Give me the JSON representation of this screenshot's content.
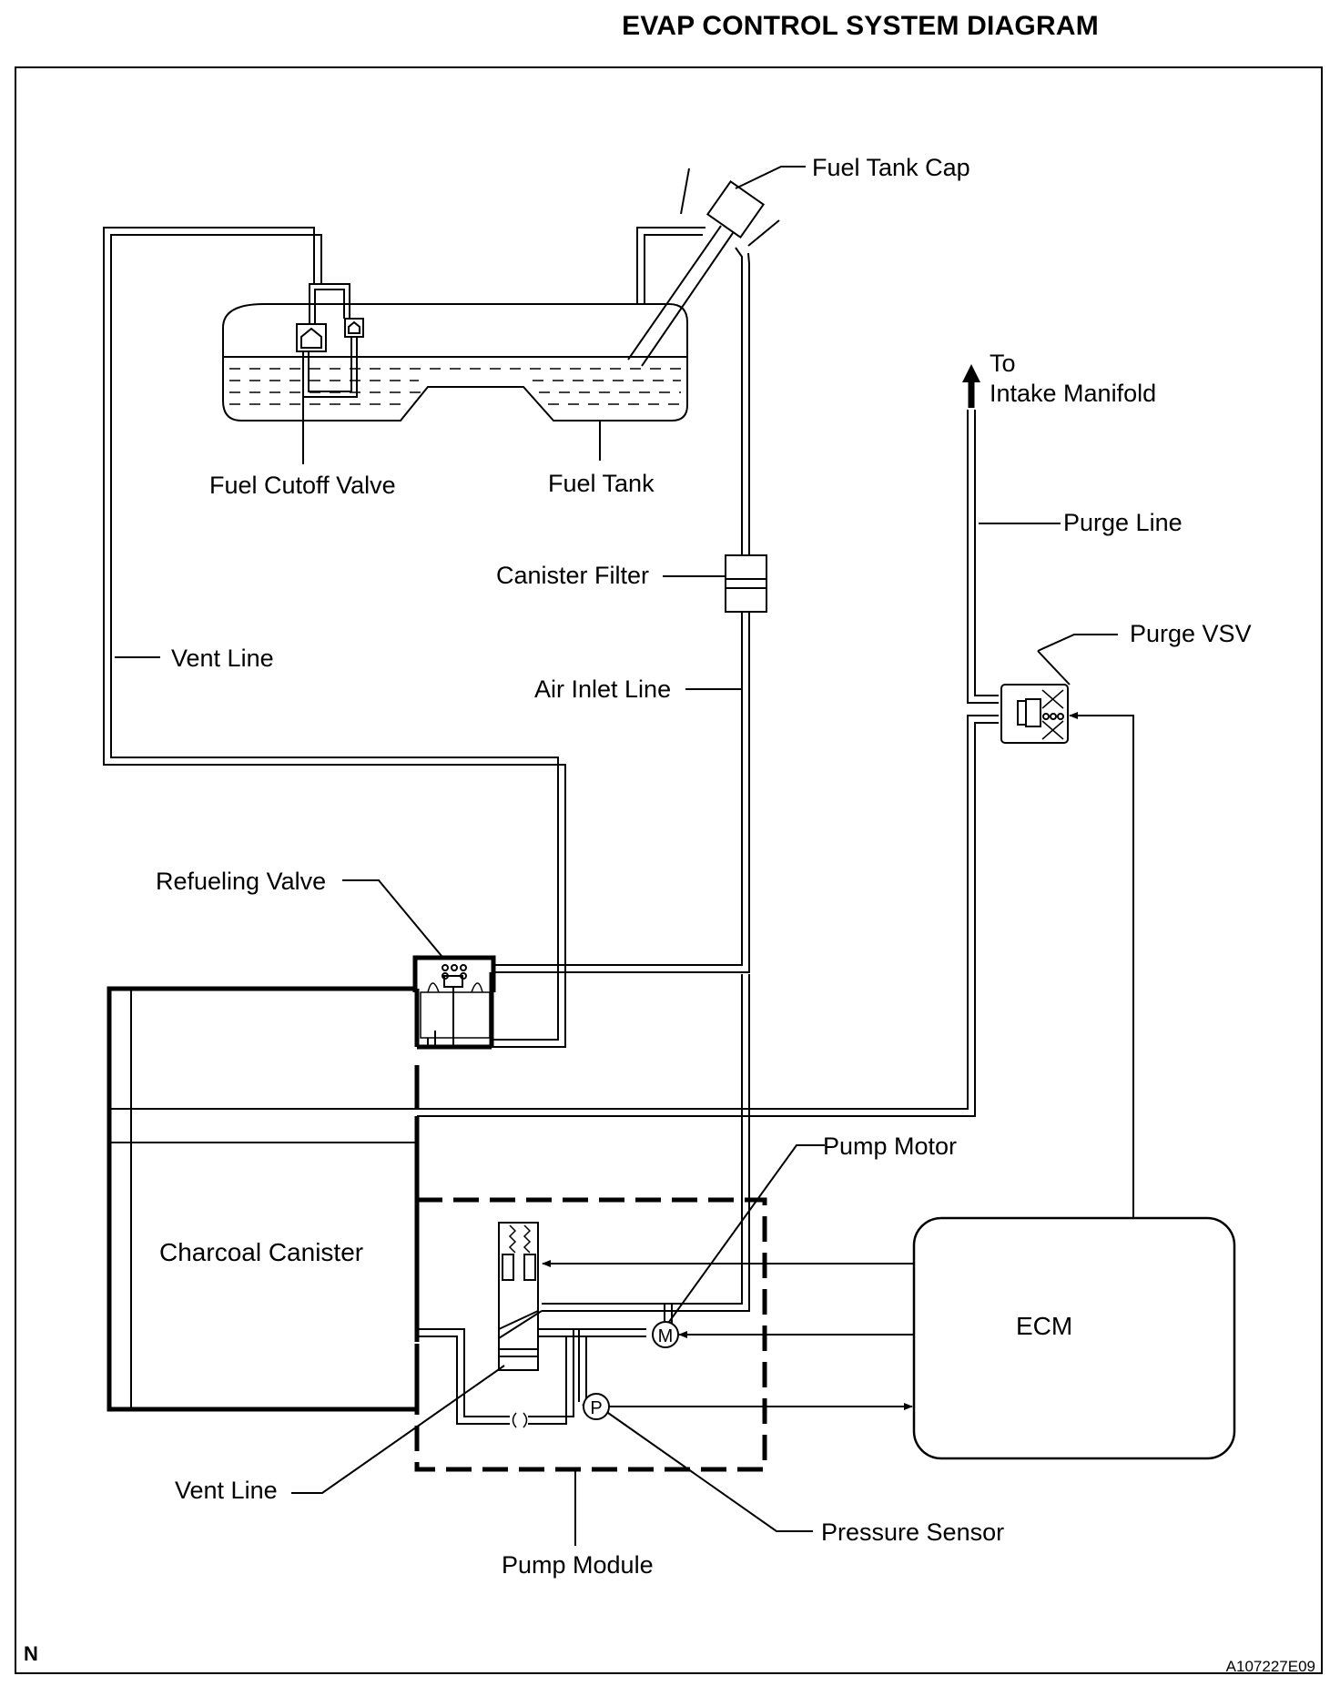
{
  "title": "EVAP CONTROL SYSTEM DIAGRAM",
  "labels": {
    "fuel_tank_cap": "Fuel Tank Cap",
    "to_line1": "To",
    "to_line2": "Intake Manifold",
    "fuel_cutoff_valve": "Fuel Cutoff Valve",
    "fuel_tank": "Fuel Tank",
    "purge_line": "Purge Line",
    "canister_filter": "Canister Filter",
    "purge_vsv": "Purge VSV",
    "vent_line_top": "Vent Line",
    "air_inlet_line": "Air Inlet Line",
    "refueling_valve": "Refueling Valve",
    "pump_motor": "Pump Motor",
    "charcoal_canister": "Charcoal Canister",
    "ecm": "ECM",
    "vent_line_bottom": "Vent Line",
    "pressure_sensor": "Pressure Sensor",
    "pump_module": "Pump Module",
    "motor_symbol": "M",
    "pressure_symbol": "P"
  },
  "corner_left": "N",
  "figure_code": "A107227E09"
}
